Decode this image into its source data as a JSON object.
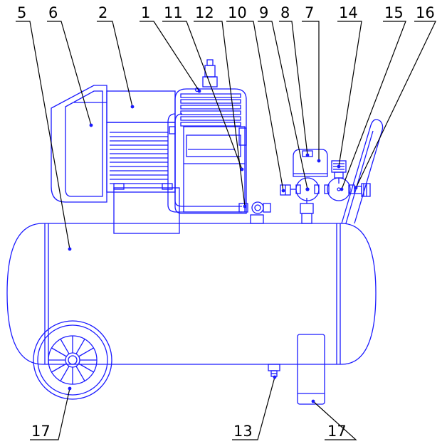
{
  "colors": {
    "drawing": "#1a1aff",
    "leader": "#000000",
    "background": "#ffffff"
  },
  "callouts": {
    "c5": "5",
    "c6": "6",
    "c2": "2",
    "c1": "1",
    "c11": "11",
    "c12": "12",
    "c10": "10",
    "c9": "9",
    "c8": "8",
    "c7": "7",
    "c14": "14",
    "c15": "15",
    "c16": "16",
    "c17a": "17",
    "c13": "13",
    "c17b": "17"
  }
}
